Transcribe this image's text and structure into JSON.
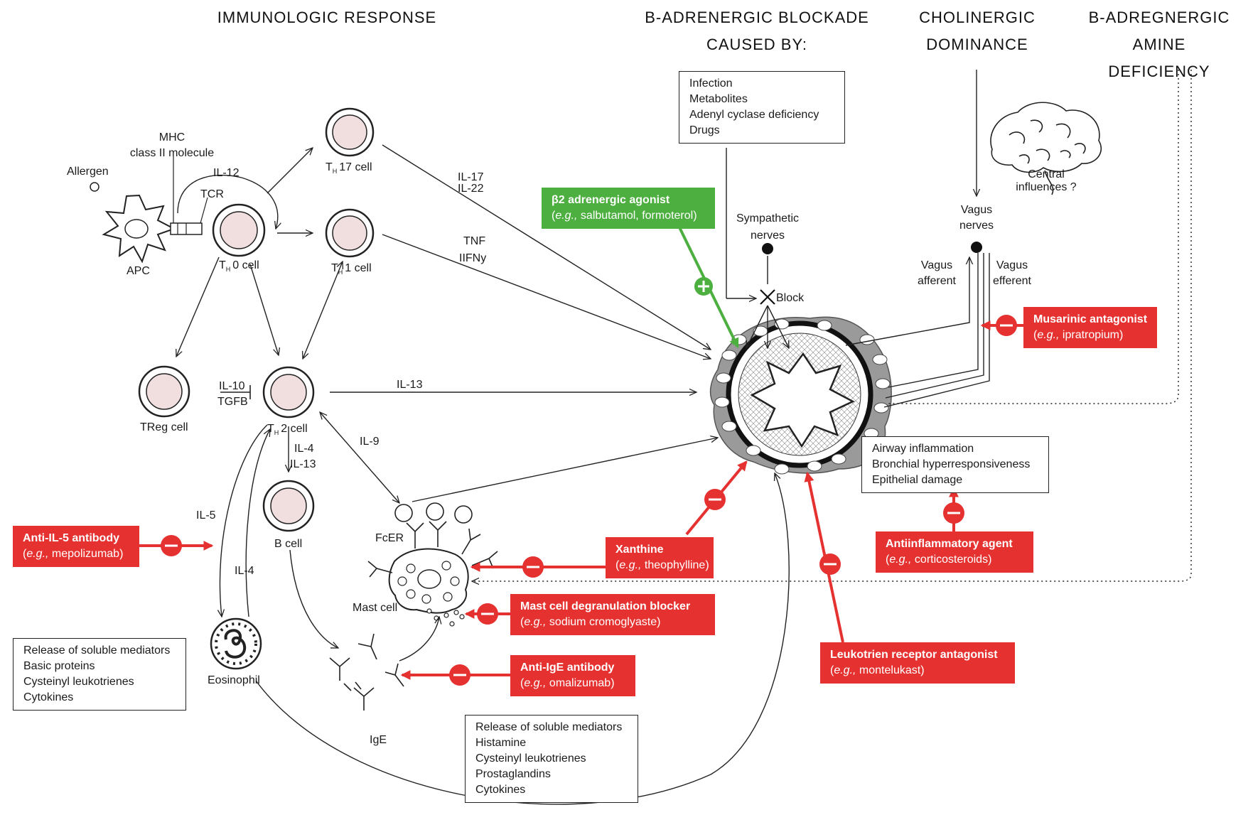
{
  "headers": {
    "immunologic": "Immunologic response",
    "beta_blockade_1": "β-Adrenergic blockade",
    "beta_blockade_2": "caused by:",
    "cholinergic_1": "Cholinergic",
    "cholinergic_2": "dominance",
    "amine_1": "β-Adregnergic amine",
    "amine_2": "deficiency"
  },
  "labels": {
    "mhc_1": "MHC",
    "mhc_2": "class II molecule",
    "allergen": "Allergen",
    "il12": "IL-12",
    "tcr": "TCR",
    "apc": "APC",
    "th0": "T",
    "th0_rest": "0 cell",
    "th17": "T",
    "th17_rest": "17 cell",
    "th1": "T",
    "th1_rest": "1 cell",
    "th2": "T",
    "th2_rest": "2 cell",
    "sub_h": "H",
    "treg": "TReg cell",
    "il10": "IL-10",
    "tgfb": "TGFB",
    "il17": "IL-17",
    "il22": "IL-22",
    "tnf": "TNF",
    "ifny": "IIFNy",
    "il13_main": "IL-13",
    "il9": "IL-9",
    "il4": "IL-4",
    "il13": "IL-13",
    "il5": "IL-5",
    "il4_b": "IL-4",
    "bcell": "B cell",
    "fcer": "FcER",
    "mastcell": "Mast cell",
    "eosinophil": "Eosinophil",
    "ige": "IgE",
    "sympathetic_1": "Sympathetic",
    "sympathetic_2": "nerves",
    "block": "Block",
    "vagus_1": "Vagus",
    "vagus_2": "nerves",
    "vagus_aff_1": "Vagus",
    "vagus_aff_2": "afferent",
    "vagus_eff_1": "Vagus",
    "vagus_eff_2": "efferent",
    "central_1": "Central",
    "central_2": "influences ?"
  },
  "boxes": {
    "causes": [
      "Infection",
      "Metabolites",
      "Adenyl cyclase deficiency",
      "Drugs"
    ],
    "airway": [
      "Airway inflammation",
      "Bronchial hyperresponsiveness",
      "Epithelial damage"
    ],
    "eos_mediators": [
      "Release of soluble mediators",
      "Basic proteins",
      "Cysteinyl leukotrienes",
      "Cytokines"
    ],
    "mast_mediators": [
      "Release of soluble mediators",
      "Histamine",
      "Cysteinyl leukotrienes",
      "Prostaglandins",
      "Cytokines"
    ]
  },
  "drugs": {
    "b2": {
      "name": "β2 adrenergic agonist",
      "eg": "e.g.,",
      "example": "salbutamol, formoterol"
    },
    "muscarinic": {
      "name": "Musarinic antagonist",
      "eg": "e.g.,",
      "example": "ipratropium"
    },
    "antiil5": {
      "name": "Anti-IL-5 antibody",
      "eg": "e.g.,",
      "example": "mepolizumab"
    },
    "xanthine": {
      "name": "Xanthine",
      "eg": "e.g.,",
      "example": "theophylline"
    },
    "mastblock": {
      "name": "Mast cell degranulation blocker",
      "eg": "e.g.,",
      "example": "sodium cromoglyaste"
    },
    "antiige": {
      "name": "Anti-IgE antibody",
      "eg": "e.g.,",
      "example": "omalizumab"
    },
    "antiinfl": {
      "name": "Antiinflammatory agent",
      "eg": "e.g.,",
      "example": "corticosteroids"
    },
    "leuko": {
      "name": "Leukotrien receptor antagonist",
      "eg": "e.g.,",
      "example": "montelukast"
    }
  },
  "colors": {
    "red": "#e5312f",
    "green": "#4caf3f",
    "cell_fill": "#f1dede",
    "airway_gray": "#9a9a9a"
  },
  "icons": {
    "plus": "plus-icon",
    "minus": "minus-icon",
    "brain": "brain-icon",
    "x_block": "block-x-icon"
  }
}
